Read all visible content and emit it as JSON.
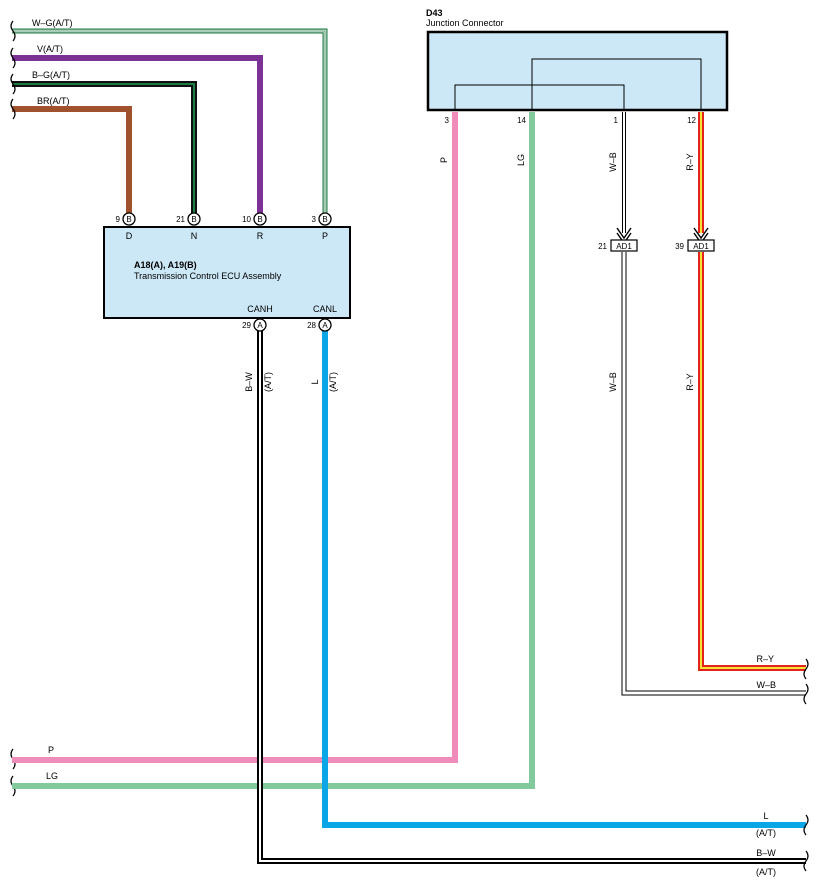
{
  "colors": {
    "box_fill": "#cce8f7",
    "white_green_outer": "#1f7a44",
    "violet": "#7b3294",
    "black": "#111111",
    "green_stripe": "#1e8a4a",
    "brown": "#a0522d",
    "pink": "#f08cba",
    "light_green": "#82c99b",
    "blue": "#0aa6e6",
    "red": "#e3241b",
    "yellow": "#f5e33a"
  },
  "ecu": {
    "title": "A18(A), A19(B)",
    "subtitle": "Transmission Control ECU Assembly",
    "top_pins": [
      {
        "num": "9",
        "conn": "B",
        "label": "D"
      },
      {
        "num": "21",
        "conn": "B",
        "label": "N"
      },
      {
        "num": "10",
        "conn": "B",
        "label": "R"
      },
      {
        "num": "3",
        "conn": "B",
        "label": "P"
      }
    ],
    "bottom_pins": [
      {
        "num": "29",
        "conn": "A",
        "label": "CANH"
      },
      {
        "num": "28",
        "conn": "A",
        "label": "CANL"
      }
    ]
  },
  "junction": {
    "id": "D43",
    "name": "Junction Connector",
    "pins": [
      "3",
      "14",
      "1",
      "12"
    ]
  },
  "connectors": {
    "ad1_left": {
      "num": "21",
      "name": "AD1"
    },
    "ad1_right": {
      "num": "39",
      "name": "AD1"
    }
  },
  "left_wires": [
    "W–G(A/T)",
    "V(A/T)",
    "B–G(A/T)",
    "BR(A/T)"
  ],
  "wire_labels": {
    "p_vertical": "P",
    "lg_vertical": "LG",
    "wb_upper": "W–B",
    "ry_upper": "R–Y",
    "wb_lower": "W–B",
    "ry_lower": "R–Y",
    "bw_vertical": "B–W",
    "bw_at": "(A/T)",
    "l_vertical": "L",
    "l_at": "(A/T)"
  },
  "bottom_wires": {
    "p": "P",
    "lg": "LG",
    "l": "L",
    "l_at": "(A/T)",
    "bw": "B–W",
    "bw_at": "(A/T)",
    "ry": "R–Y",
    "wb": "W–B"
  }
}
